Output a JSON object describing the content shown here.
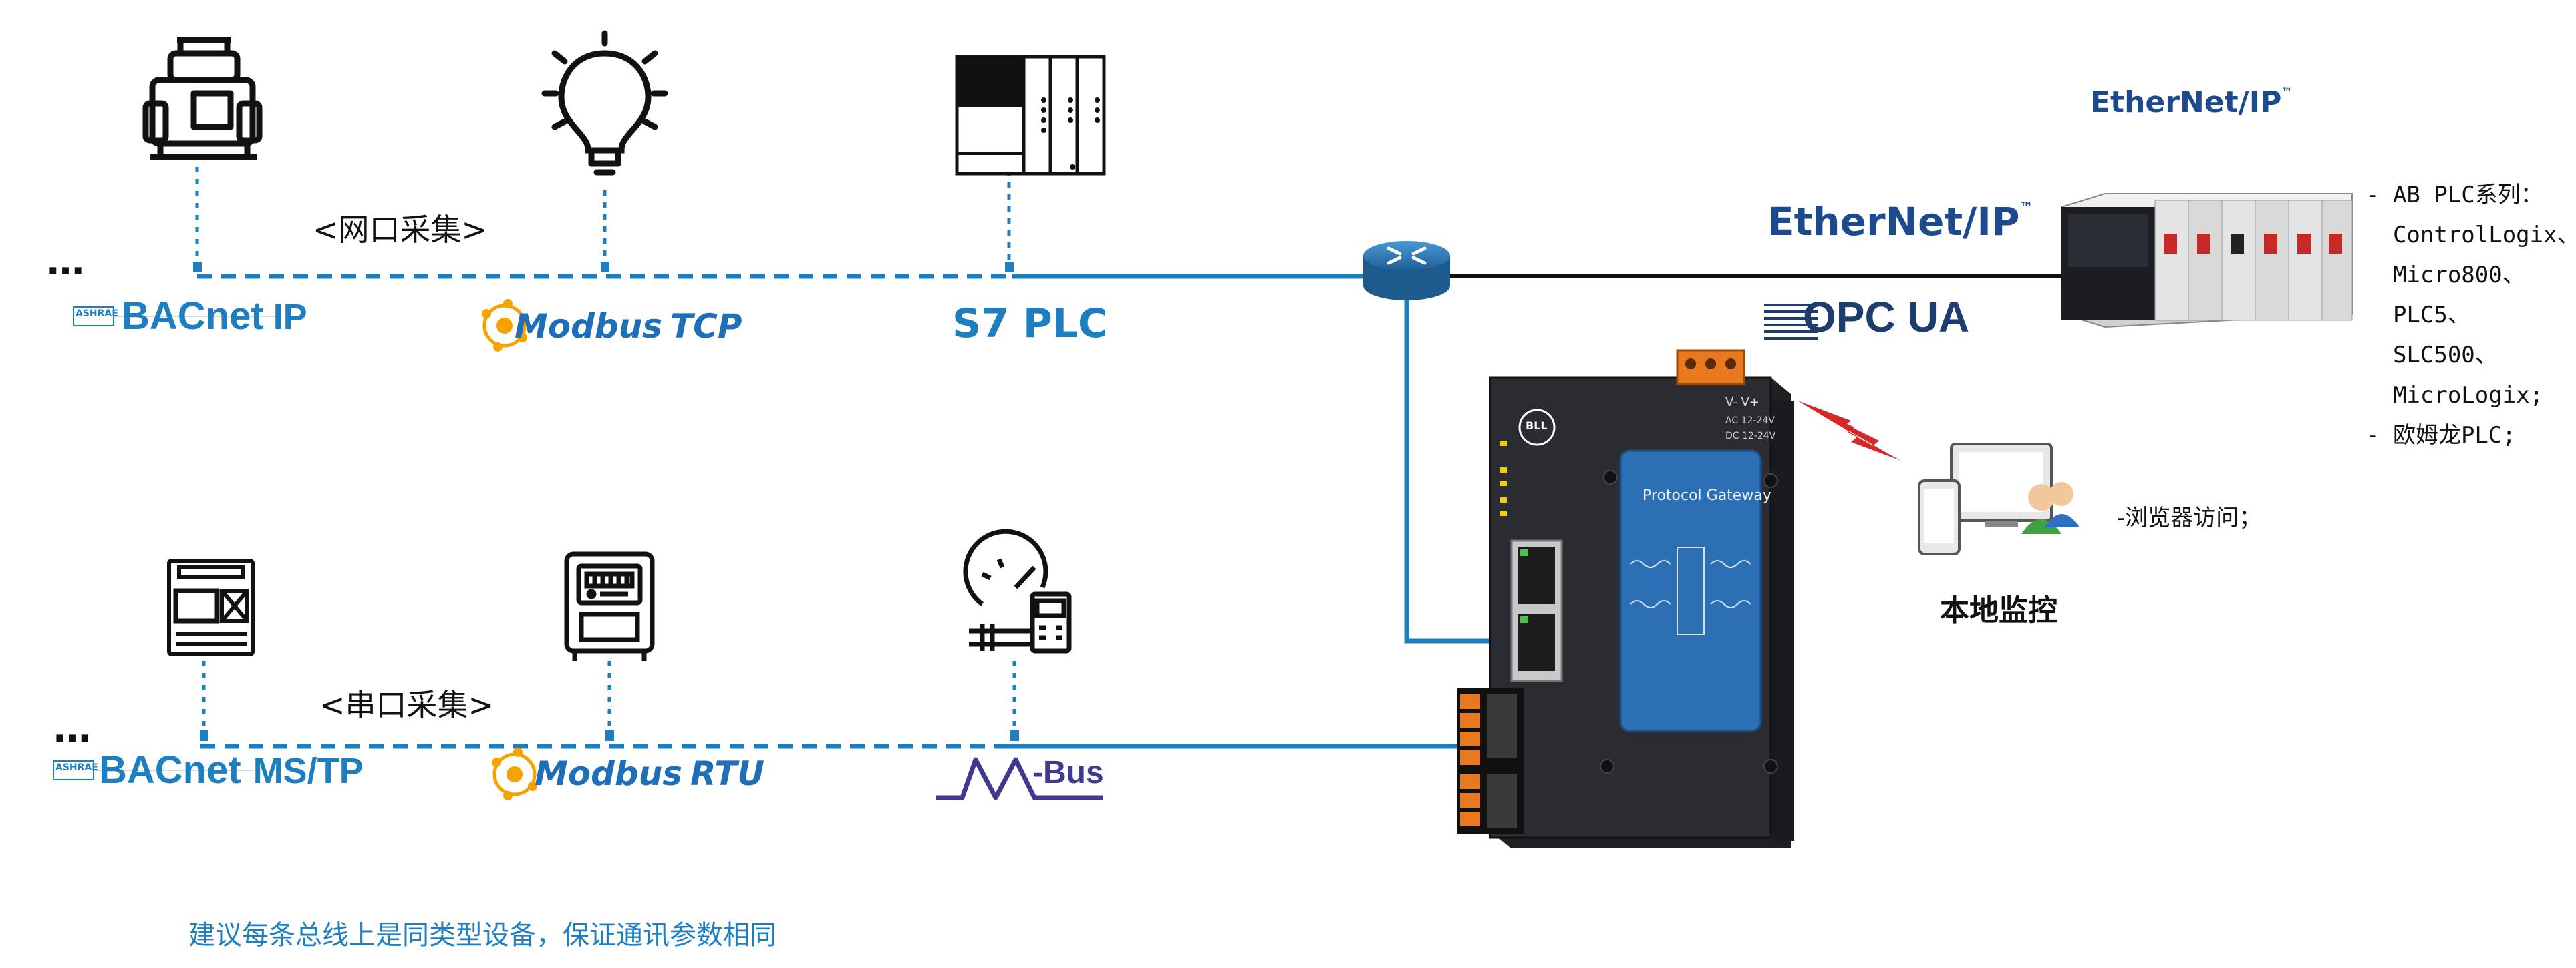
{
  "labels": {
    "ellipsis_top": "…",
    "ellipsis_bottom": "…",
    "network_section": "<网口采集>",
    "serial_section": "<串口采集>",
    "note": "建议每条总线上是同类型设备，保证通讯参数相同",
    "local_monitor": "本地监控",
    "browser_access": "-浏览器访问；"
  },
  "protocols": {
    "bacnet_ip": {
      "ashrae": "ASHRAE",
      "brand": "BACnet",
      "suffix": "IP"
    },
    "modbus_tcp": {
      "brand": "Modbus",
      "suffix": "TCP"
    },
    "s7_plc": "S7 PLC",
    "bacnet_mstp": {
      "ashrae": "ASHRAE",
      "brand": "BACnet",
      "suffix": "MS/TP"
    },
    "modbus_rtu": {
      "brand": "Modbus",
      "suffix": "RTU"
    },
    "mbus": {
      "m": "M",
      "bus": "-Bus"
    },
    "ethernet_ip_main": "EtherNet/IP",
    "ethernet_ip_top": "EtherNet/IP",
    "tm": "™",
    "opc_ua": {
      "opc": "OPC",
      "ua": "UA"
    }
  },
  "plc_list": [
    "- AB PLC系列：",
    "  ControlLogix、",
    "  Micro800、",
    "  PLC5、",
    "  SLC500、",
    "  MicroLogix;",
    "- 欧姆龙PLC;"
  ],
  "gateway": {
    "title": "Protocol Gateway",
    "brand": "BLL",
    "power_label": "V- V+",
    "power_ac": "AC 12-24V",
    "power_dc": "DC 12-24V"
  },
  "colors": {
    "bus_blue": "#1e7fc0",
    "router_blue": "#2d7fb8",
    "device_dark": "#25272b",
    "device_panel": "#2c6fb5",
    "terminal_orange": "#e8791e",
    "lightning_red": "#d62828"
  }
}
